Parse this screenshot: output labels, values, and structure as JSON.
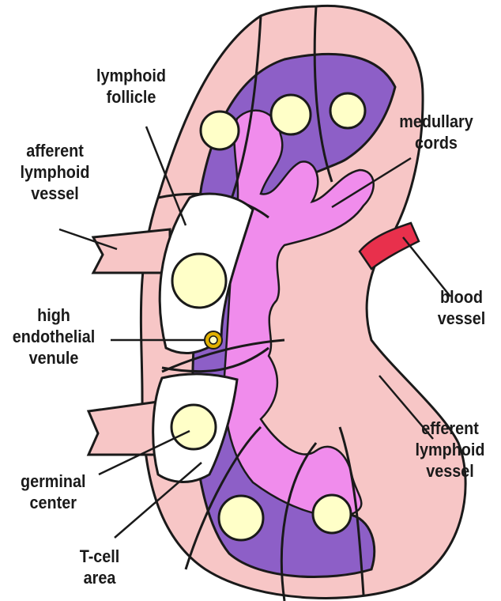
{
  "labels": {
    "lymphoid_follicle": [
      "lymphoid",
      "follicle"
    ],
    "afferent_lymphoid_vessel": [
      "afferent",
      "lymphoid",
      "vessel"
    ],
    "medullary_cords": [
      "medullary",
      "cords"
    ],
    "high_endothelial_venule": [
      "high",
      "endothelial",
      "venule"
    ],
    "blood_vessel": [
      "blood",
      "vessel"
    ],
    "efferent_lymphoid_vessel": [
      "efferent",
      "lymphoid",
      "vessel"
    ],
    "germinal_center": [
      "germinal",
      "center"
    ],
    "t_cell_area": [
      "T-cell",
      "area"
    ]
  },
  "colors": {
    "capsule": "#f7c6c6",
    "outline": "#1a1a1a",
    "cortex_purple": "#8d5fc7",
    "medulla_pink": "#f08cec",
    "germinal_center": "#ffffc8",
    "blood_vessel": "#e8304c",
    "venule": "#e0b000"
  }
}
